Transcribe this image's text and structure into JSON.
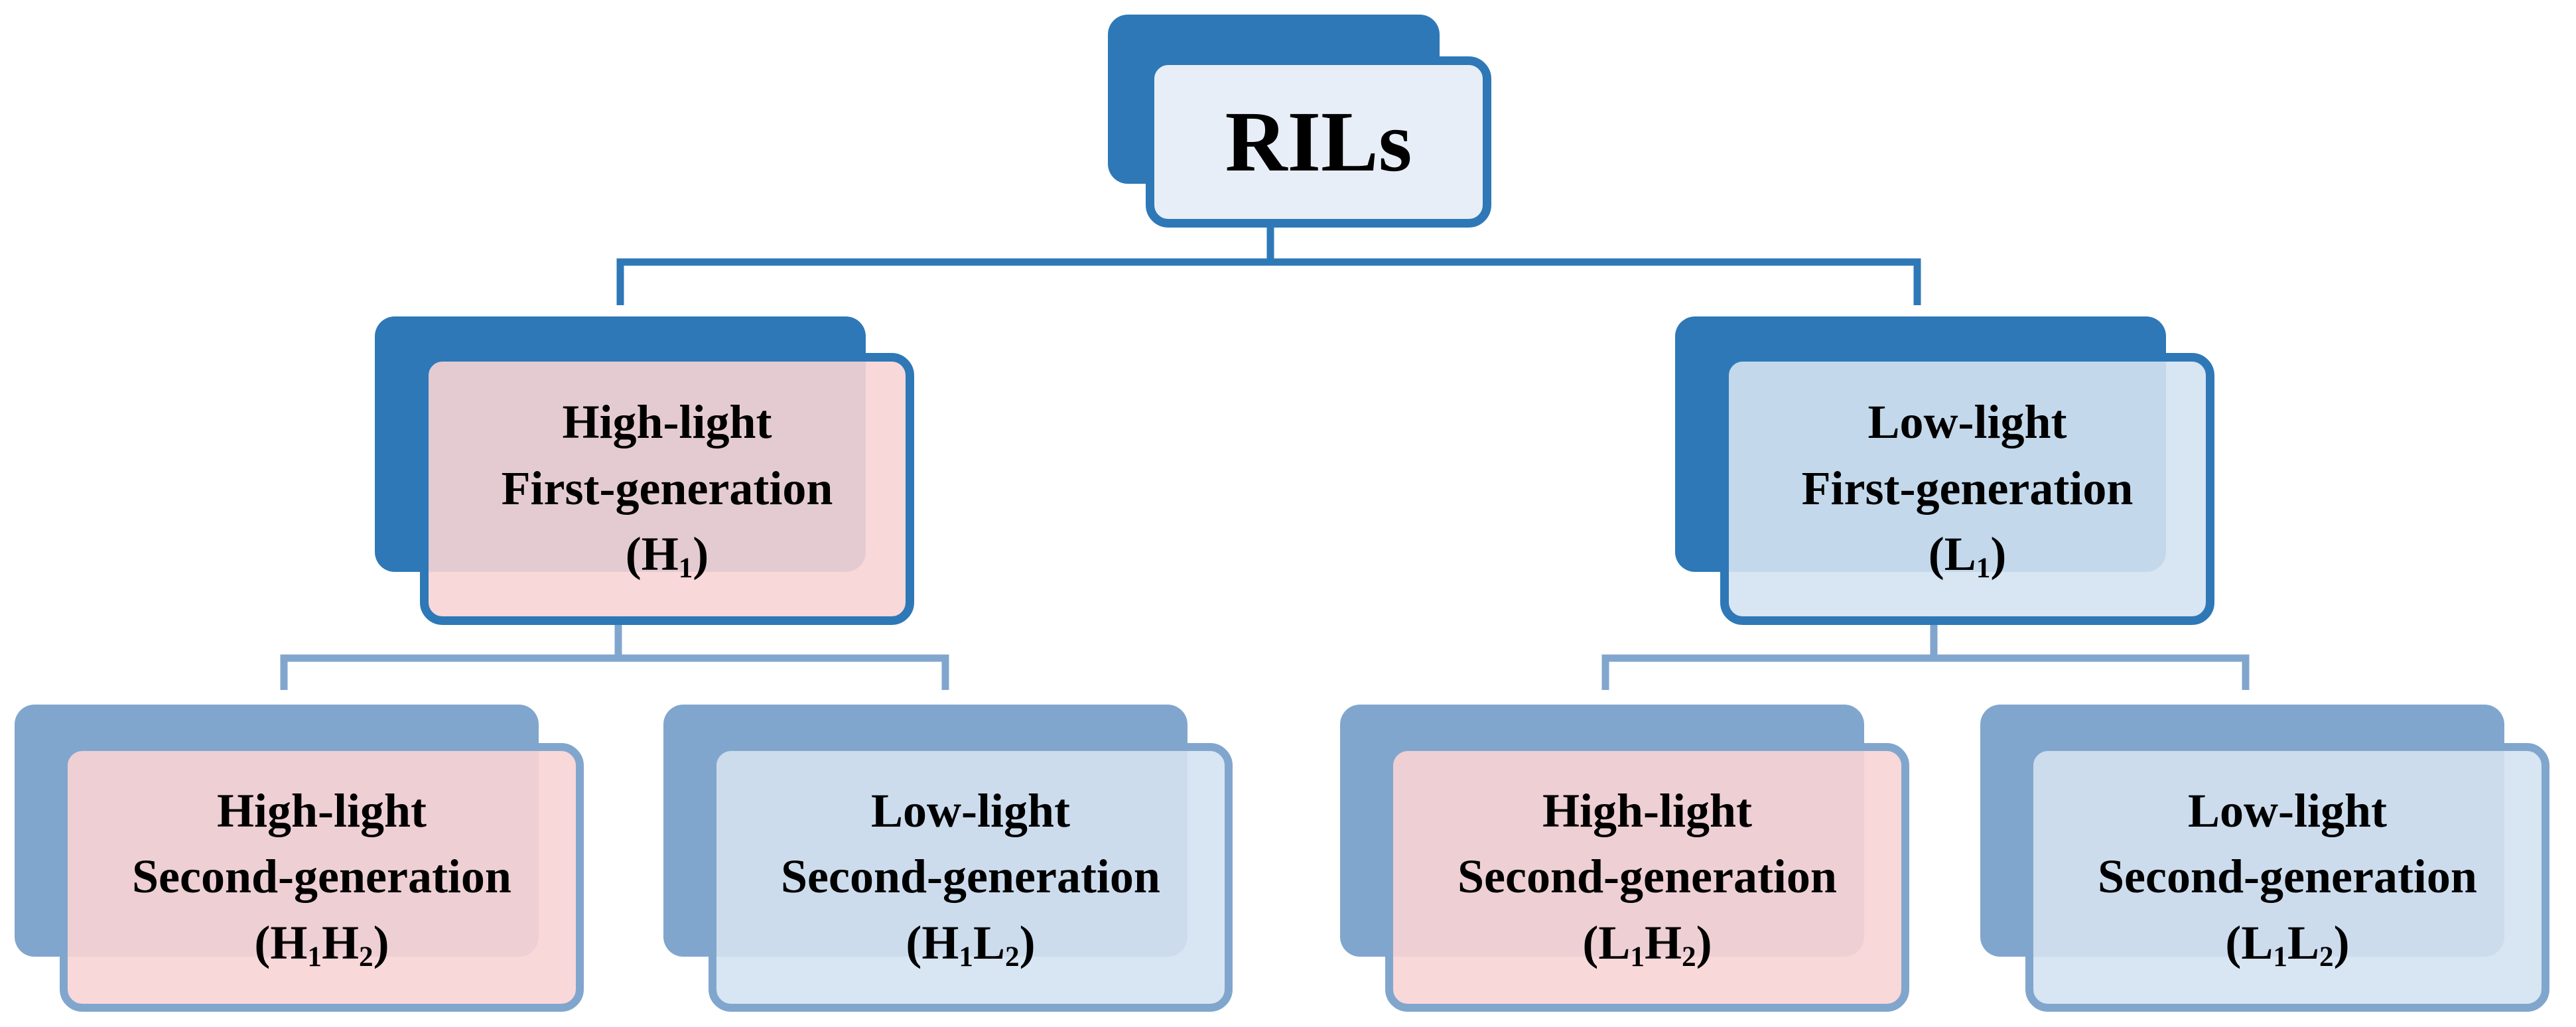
{
  "colors": {
    "dark_blue": "#2e78b7",
    "light_blue_border": "#81a6cd",
    "pink_fill": "#f8d4d5",
    "blue_fill": "#d4e2f1",
    "root_fill": "#e8eef7"
  },
  "root": {
    "label": "RILs"
  },
  "first_generation": [
    {
      "line1": "High-light",
      "line2": "First-generation",
      "code": [
        {
          "base": "H",
          "sub": "1"
        }
      ],
      "children": [
        {
          "line1": "High-light",
          "line2": "Second-generation",
          "code": [
            {
              "base": "H",
              "sub": "1"
            },
            {
              "base": "H",
              "sub": "2"
            }
          ]
        },
        {
          "line1": "Low-light",
          "line2": "Second-generation",
          "code": [
            {
              "base": "H",
              "sub": "1"
            },
            {
              "base": "L",
              "sub": "2"
            }
          ]
        }
      ]
    },
    {
      "line1": "Low-light",
      "line2": "First-generation",
      "code": [
        {
          "base": "L",
          "sub": "1"
        }
      ],
      "children": [
        {
          "line1": "High-light",
          "line2": "Second-generation",
          "code": [
            {
              "base": "L",
              "sub": "1"
            },
            {
              "base": "H",
              "sub": "2"
            }
          ]
        },
        {
          "line1": "Low-light",
          "line2": "Second-generation",
          "code": [
            {
              "base": "L",
              "sub": "1"
            },
            {
              "base": "L",
              "sub": "2"
            }
          ]
        }
      ]
    }
  ]
}
